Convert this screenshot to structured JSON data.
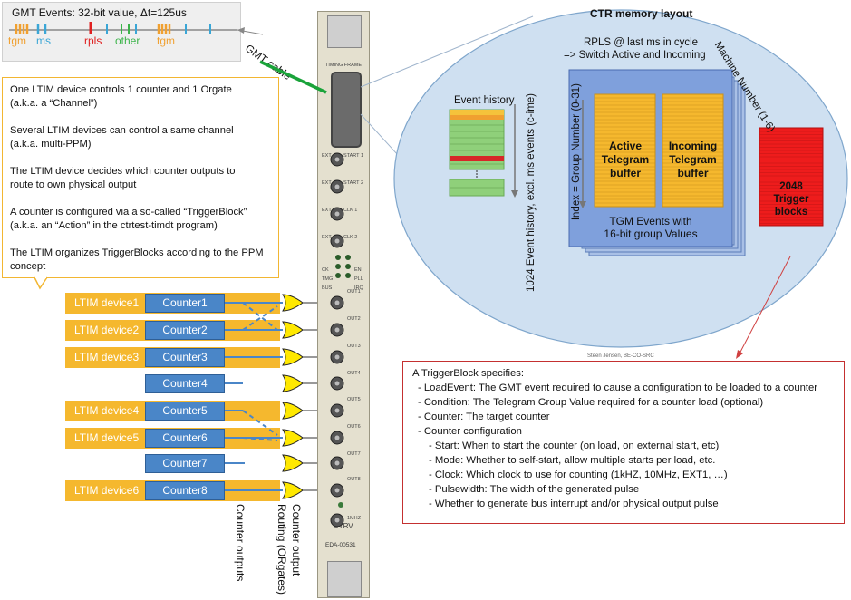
{
  "gmt": {
    "title": "GMT Events: 32-bit value, Δt=125us",
    "ticks": [
      {
        "label": "tgm",
        "color": "#f0a030"
      },
      {
        "label": "ms",
        "color": "#3aa6d6"
      },
      {
        "label": "rpls",
        "color": "#e02020"
      },
      {
        "label": "other",
        "color": "#3cb44a"
      },
      {
        "label": "tgm",
        "color": "#f0a030"
      }
    ],
    "cable_label": "GMT cable"
  },
  "info": {
    "paragraphs": [
      [
        "One LTIM device controls 1 counter and 1 Orgate",
        "(a.k.a. a “Channel”)"
      ],
      [
        "Several LTIM devices can control a same channel",
        "(a.k.a. multi-PPM)"
      ],
      [
        "The LTIM device decides which counter outputs to",
        "route to own physical output"
      ],
      [
        "A counter is configured via a so-called “TriggerBlock”",
        "(a.k.a. an “Action” in the ctrtest-timdt program)"
      ],
      [
        "The LTIM organizes TriggerBlocks according to the PPM",
        "concept"
      ]
    ]
  },
  "devices": [
    "LTIM device1",
    "LTIM device2",
    "LTIM device3",
    "LTIM device4",
    "LTIM device5",
    "LTIM device6"
  ],
  "counters": [
    "Counter1",
    "Counter2",
    "Counter3",
    "Counter4",
    "Counter5",
    "Counter6",
    "Counter7",
    "Counter8"
  ],
  "bottom_labels": {
    "counter_outputs": "Counter outputs",
    "routing": "Counter output",
    "routing_2": "Routing (ORgates)"
  },
  "module": {
    "timing_frame": "TIMING FRAME",
    "ext_labels": [
      "EXT",
      "START 1",
      "EXT",
      "START 2",
      "EXT",
      "CLK 1",
      "EXT",
      "CLK 2"
    ],
    "led_labels": [
      "CK",
      "EN",
      "TMG",
      "PLL",
      "BUS",
      "IRQ"
    ],
    "out_labels": [
      "OUT1",
      "OUT2",
      "OUT3",
      "OUT4",
      "OUT5",
      "OUT6",
      "OUT7",
      "OUT8"
    ],
    "mhz": "1MHZ",
    "name": "CTRV",
    "serial": "EDA-00531"
  },
  "memory": {
    "title": "CTR memory layout",
    "rpls_line1": "RPLS @ last ms in cycle",
    "rpls_line2": "=> Switch Active and Incoming",
    "machine_number": "Machine Number (1-6)",
    "event_history": "Event history",
    "history_axis": "1024 Event history, excl. ms events (c-ime)",
    "group_axis": "Index = Group Number (0-31)",
    "active_buffer": "Active Telegram buffer",
    "incoming_buffer": "Incoming Telegram buffer",
    "tgm_events_1": "TGM Events with",
    "tgm_events_2": "16-bit group Values",
    "trigger_blocks_1": "2048",
    "trigger_blocks_2": "Trigger",
    "trigger_blocks_3": "blocks"
  },
  "credit": "Steen Jensen, BE-CO-SRC",
  "trigger_block": {
    "heading": "A TriggerBlock specifies:",
    "items": [
      "- LoadEvent: The GMT event required to cause a configuration to be loaded to a counter",
      "- Condition: The Telegram Group Value required for a counter load (optional)",
      "- Counter: The target counter",
      "- Counter configuration"
    ],
    "sub_items": [
      "- Start: When to start the counter (on load, on external start, etc)",
      "- Mode: Whether to self-start, allow multiple starts per load, etc.",
      "- Clock: Which clock to use for counting (1kHZ, 10MHz, EXT1, …)",
      "- Pulsewidth: The width of the generated pulse",
      "- Whether to generate bus interrupt and/or physical output pulse"
    ]
  }
}
